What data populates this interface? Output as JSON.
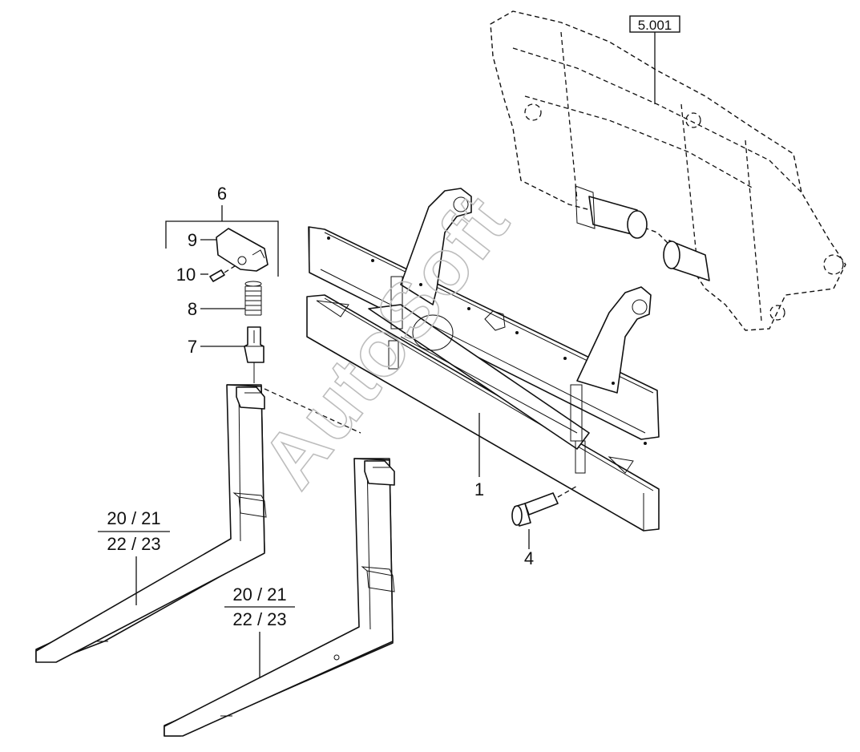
{
  "reference_box": "5.001",
  "watermark": "AutoSoft",
  "callouts": {
    "c1": "1",
    "c4": "4",
    "c6": "6",
    "c7": "7",
    "c8": "8",
    "c9": "9",
    "c10": "10"
  },
  "fork_left": {
    "top": "20 / 21",
    "bottom": "22 / 23"
  },
  "fork_right": {
    "top": "20 / 21",
    "bottom": "22 / 23"
  }
}
